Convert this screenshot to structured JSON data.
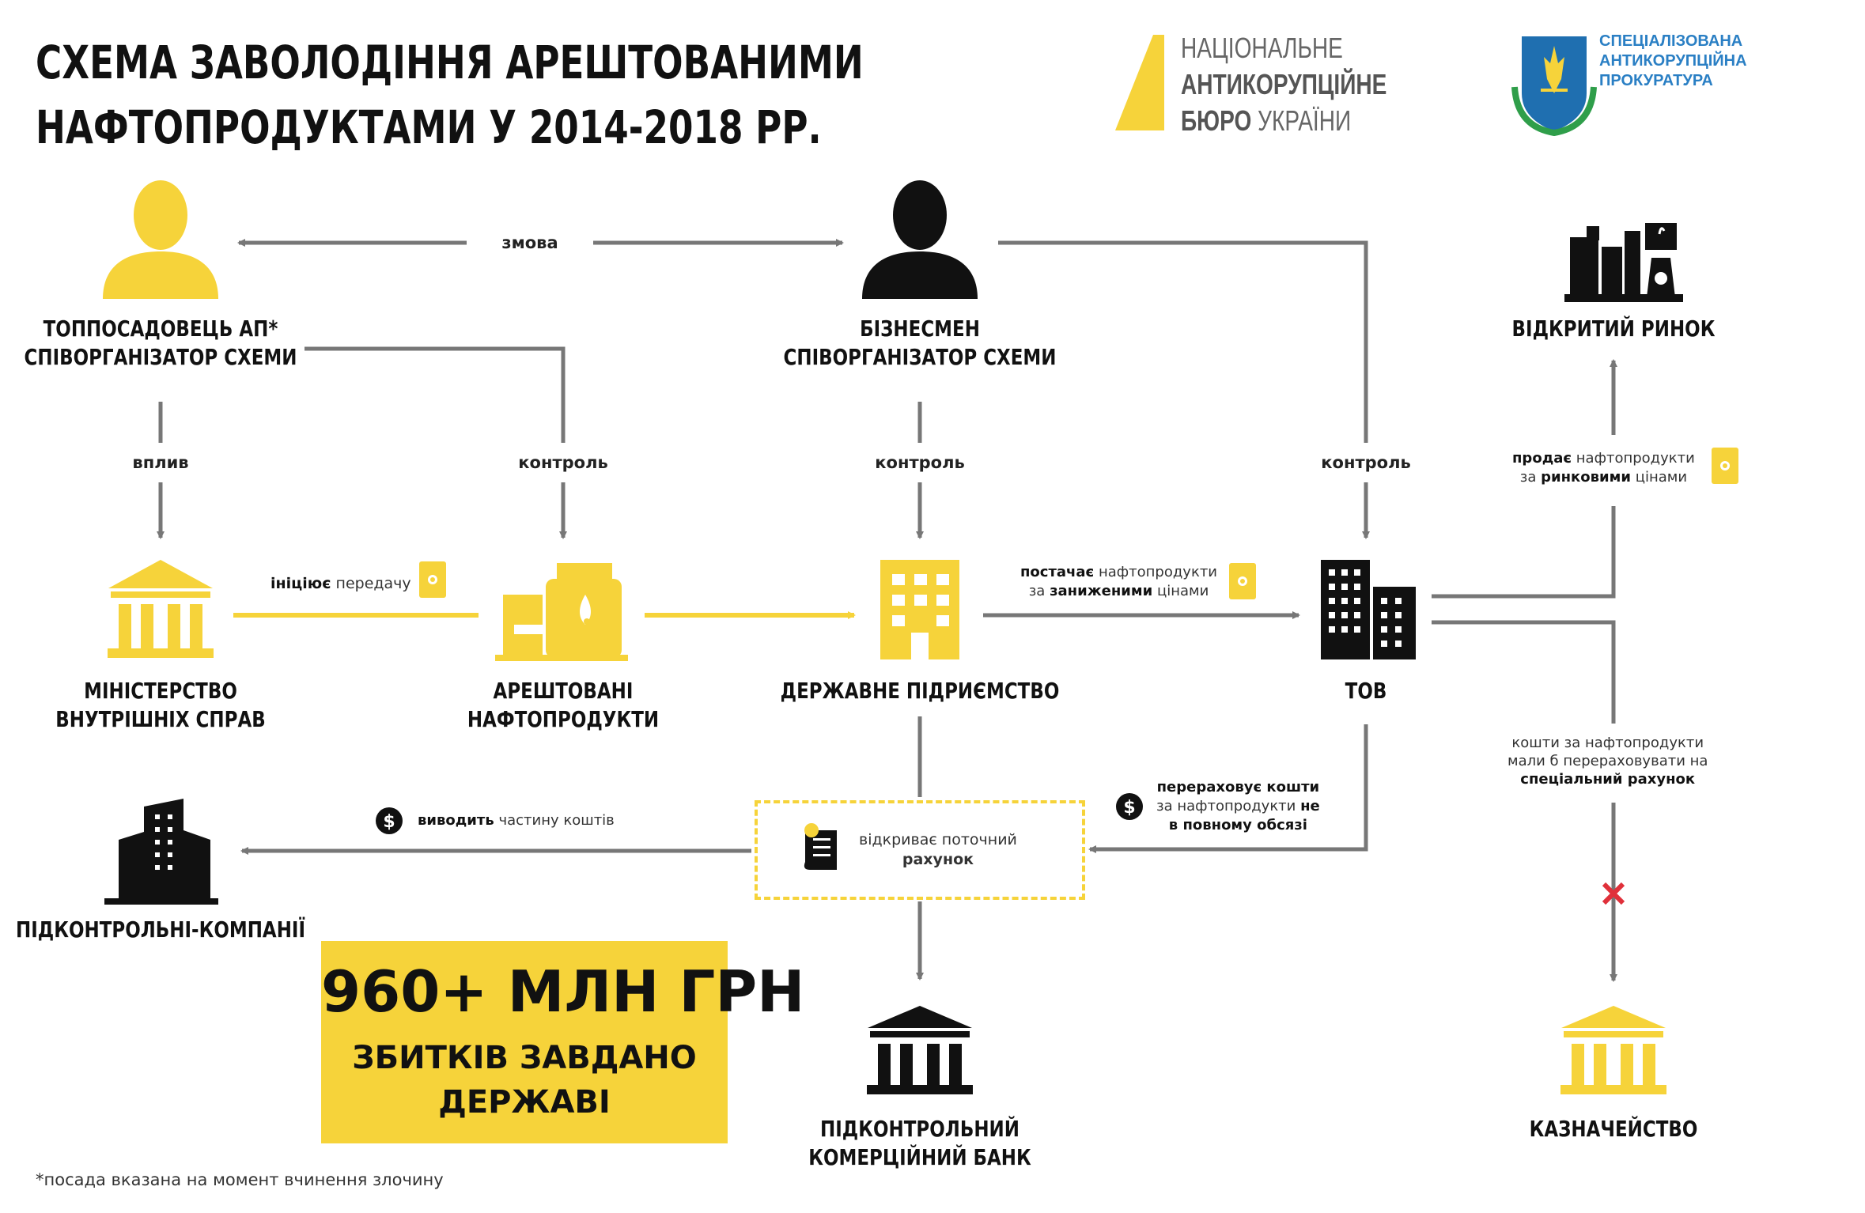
{
  "title": {
    "line1": "СХЕМА ЗАВОЛОДІННЯ АРЕШТОВАНИМИ",
    "line2": "НАФТОПРОДУКТАМИ У 2014-2018 РР."
  },
  "logos": {
    "nabu": {
      "line1": "НАЦІОНАЛЬНЕ",
      "line2": "АНТИКОРУПЦІЙНЕ",
      "line3a": "БЮРО",
      "line3b": " УКРАЇНИ"
    },
    "sap": {
      "line1": "СПЕЦІАЛІЗОВАНА",
      "line2": "АНТИКОРУПЦІЙНА",
      "line3": "ПРОКУРАТУРА"
    }
  },
  "nodes": {
    "official": {
      "line1": "ТОППОСАДОВЕЦЬ АП*",
      "line2": "СПІВОРГАНІЗАТОР СХЕМИ"
    },
    "businessman": {
      "line1": "БІЗНЕСМЕН",
      "line2": "СПІВОРГАНІЗАТОР СХЕМИ"
    },
    "open_market": {
      "line1": "ВІДКРИТИЙ РИНОК"
    },
    "ministry": {
      "line1": "МІНІСТЕРСТВО",
      "line2": "ВНУТРІШНІХ СПРАВ"
    },
    "seized_oil": {
      "line1": "АРЕШТОВАНІ",
      "line2": "НАФТОПРОДУКТИ"
    },
    "state_enterprise": {
      "line1": "ДЕРЖАВНЕ ПІДРИЄМСТВО"
    },
    "tov": {
      "line1": "ТОВ"
    },
    "controlled_companies": {
      "line1": "ПІДКОНТРОЛЬНІ-КОМПАНІЇ"
    },
    "bank": {
      "line1": "ПІДКОНТРОЛЬНИЙ",
      "line2": "КОМЕРЦІЙНИЙ БАНК"
    },
    "treasury": {
      "line1": "КАЗНАЧЕЙСТВО"
    }
  },
  "edges": {
    "collusion": "змова",
    "influence": "вплив",
    "control_1": "контроль",
    "control_2": "контроль",
    "control_3": "контроль",
    "initiates_bold": "ініціює",
    "initiates_rest": " передачу",
    "supplies": {
      "l1_bold": "постачає",
      "l1_rest": " нафтопродукти",
      "l2_pre": "за ",
      "l2_bold": "заниженими",
      "l2_rest": " цінами"
    },
    "sells": {
      "l1_bold": "продає",
      "l1_rest": " нафтопродукти",
      "l2_pre": "за ",
      "l2_bold": "ринковими",
      "l2_rest": " цінами"
    },
    "transfers": {
      "l1": "перераховує кошти",
      "l2_pre": "за нафтопродукти ",
      "l2_bold": "не",
      "l3": "в повному обсязі"
    },
    "withdraws_bold": "виводить",
    "withdraws_rest": " частину коштів",
    "opens": {
      "l1": "відкриває поточний",
      "l2": "рахунок"
    },
    "should_transfer": {
      "l1": "кошти за нафтопродукти",
      "l2": "мали б перераховувати на",
      "l3": "спеціальний рахунок"
    }
  },
  "damage": {
    "amount": "960+ МЛН ГРН",
    "line1": "ЗБИТКІВ ЗАВДАНО",
    "line2": "ДЕРЖАВІ"
  },
  "footnote": "*посада вказана на момент вчинення злочину",
  "colors": {
    "accent": "#f6d33a",
    "line": "#777777",
    "dark": "#111111",
    "cross": "#e0303a"
  }
}
